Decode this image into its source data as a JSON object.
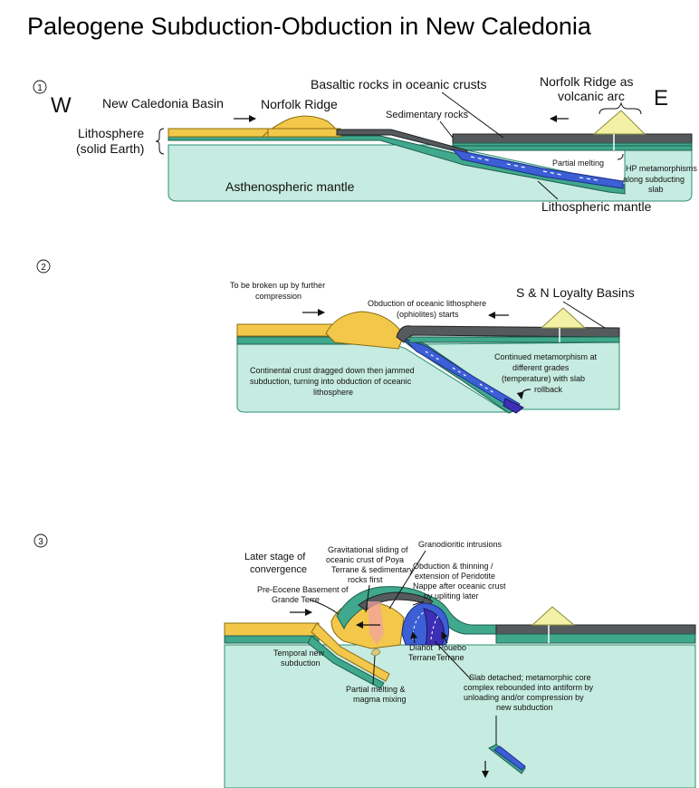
{
  "title": "Paleogene Subduction-Obduction in New Caledonia",
  "colors": {
    "mantle": "#c6ebe0",
    "lith_mantle": "#3fa88d",
    "crust_grey": "#555a5c",
    "continental": "#f3c84a",
    "arc": "#f3f1a6",
    "slab_blue": "#3c5fd6",
    "slab_dark": "#3d2fb5",
    "melt": "#f2a3a3"
  },
  "stage1": {
    "number": "1",
    "west": "W",
    "east": "E",
    "new_caledonia_basin": "New Caledonia Basin",
    "norfolk_ridge": "Norfolk Ridge",
    "basaltic_rocks": "Basaltic rocks in oceanic crusts",
    "arc_line1": "Norfolk Ridge as",
    "arc_line2": "volcanic arc",
    "sedimentary_rocks": "Sedimentary rocks",
    "lithosphere_line1": "Lithosphere",
    "lithosphere_line2": "(solid Earth)",
    "partial_melting": "Partial melting",
    "hp_line1": "HP metamorphisms",
    "hp_line2": "along subducting",
    "hp_line3": "slab",
    "asthenospheric_mantle": "Asthenospheric mantle",
    "lithospheric_mantle": "Lithospheric mantle"
  },
  "stage2": {
    "number": "2",
    "broken_line1": "To be broken up by further",
    "broken_line2": "compression",
    "loyalty_basins": "S & N Loyalty Basins",
    "obduction_line1": "Obduction of oceanic lithosphere",
    "obduction_line2": "(ophiolites) starts",
    "continental_line1": "Continental crust dragged down then jammed",
    "continental_line2": "subduction, turning into obduction of oceanic",
    "continental_line3": "lithosphere",
    "metamorphism_line1": "Continued metamorphism at",
    "metamorphism_line2": "different grades",
    "metamorphism_line3": "(temperature) with slab",
    "metamorphism_line4": "rollback"
  },
  "stage3": {
    "number": "3",
    "later_line1": "Later stage of",
    "later_line2": "convergence",
    "gravitational_line1": "Gravitational sliding of",
    "gravitational_line2": "oceanic crust of Poya",
    "gravitational_line3": "Terrane & sedimentary",
    "gravitational_line4": "rocks first",
    "granodioritic": "Granodioritic intrusions",
    "obduction_line1": "Obduction & thinning /",
    "obduction_line2": "extension of Peridotite",
    "obduction_line3": "Nappe after oceanic crust",
    "obduction_line4": "by upliting later",
    "basement_line1": "Pre-Eocene Basement of",
    "basement_line2": "Grande Terre",
    "diahot_line1": "Diahot",
    "diahot_line2": "Terrane",
    "pouebo_line1": "Pouebo",
    "pouebo_line2": "Terrane",
    "temporal_line1": "Temporal new",
    "temporal_line2": "subduction",
    "slab_line1": "Slab detached; metamorphic core",
    "slab_line2": "complex rebounded into antiform by",
    "slab_line3": "unloading and/or compression by",
    "slab_line4": "new subduction",
    "partial_line1": "Partial melting &",
    "partial_line2": "magma mixing"
  }
}
